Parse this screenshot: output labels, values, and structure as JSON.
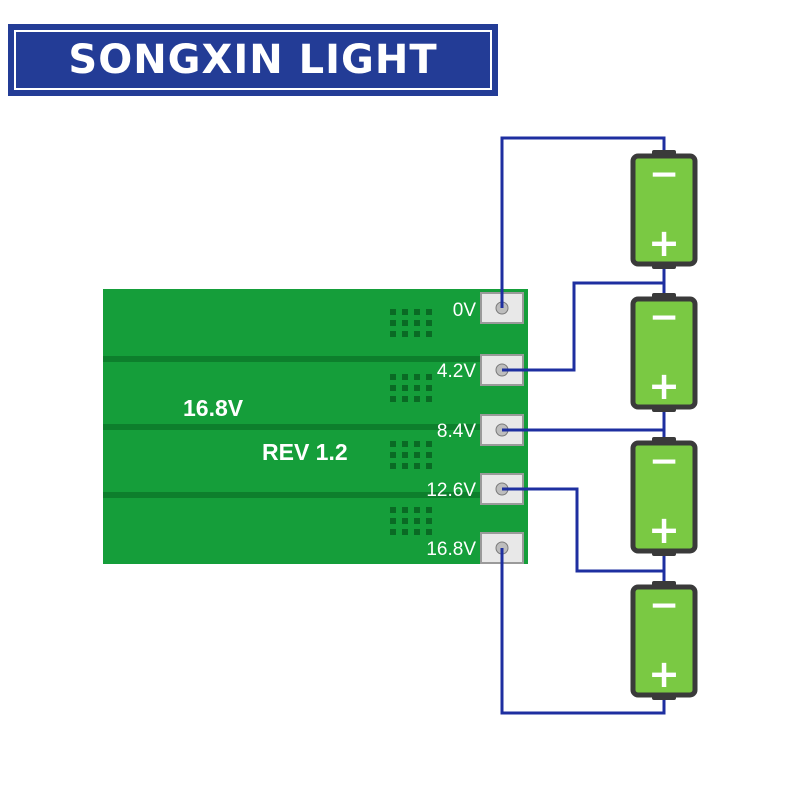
{
  "brand": {
    "name": "SONGXIN LIGHT"
  },
  "board": {
    "voltage_label": "16.8V",
    "revision_label": "REV 1.2",
    "pins": [
      {
        "label": "0V"
      },
      {
        "label": "4.2V"
      },
      {
        "label": "8.4V"
      },
      {
        "label": "12.6V"
      },
      {
        "label": "16.8V"
      }
    ]
  },
  "batteries": [
    {
      "negative": "−",
      "positive": "+"
    },
    {
      "negative": "−",
      "positive": "+"
    },
    {
      "negative": "−",
      "positive": "+"
    },
    {
      "negative": "−",
      "positive": "+"
    }
  ],
  "colors": {
    "pcb": "#159e3a",
    "battery_fill": "#7ac943",
    "battery_outline": "#3a3a3a",
    "wire": "#1e2fa0",
    "brand_bg": "#233c96"
  }
}
